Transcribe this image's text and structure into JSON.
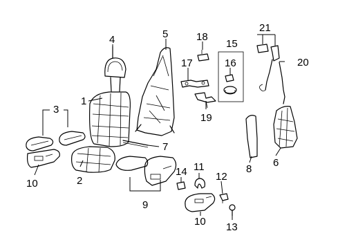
{
  "callouts": {
    "c1": "1",
    "c2": "2",
    "c3": "3",
    "c4": "4",
    "c5": "5",
    "c6": "6",
    "c7": "7",
    "c8": "8",
    "c9": "9",
    "c10a": "10",
    "c10b": "10",
    "c11": "11",
    "c12": "12",
    "c13": "13",
    "c14": "14",
    "c15": "15",
    "c16": "16",
    "c17": "17",
    "c18": "18",
    "c19": "19",
    "c20": "20",
    "c21": "21"
  }
}
